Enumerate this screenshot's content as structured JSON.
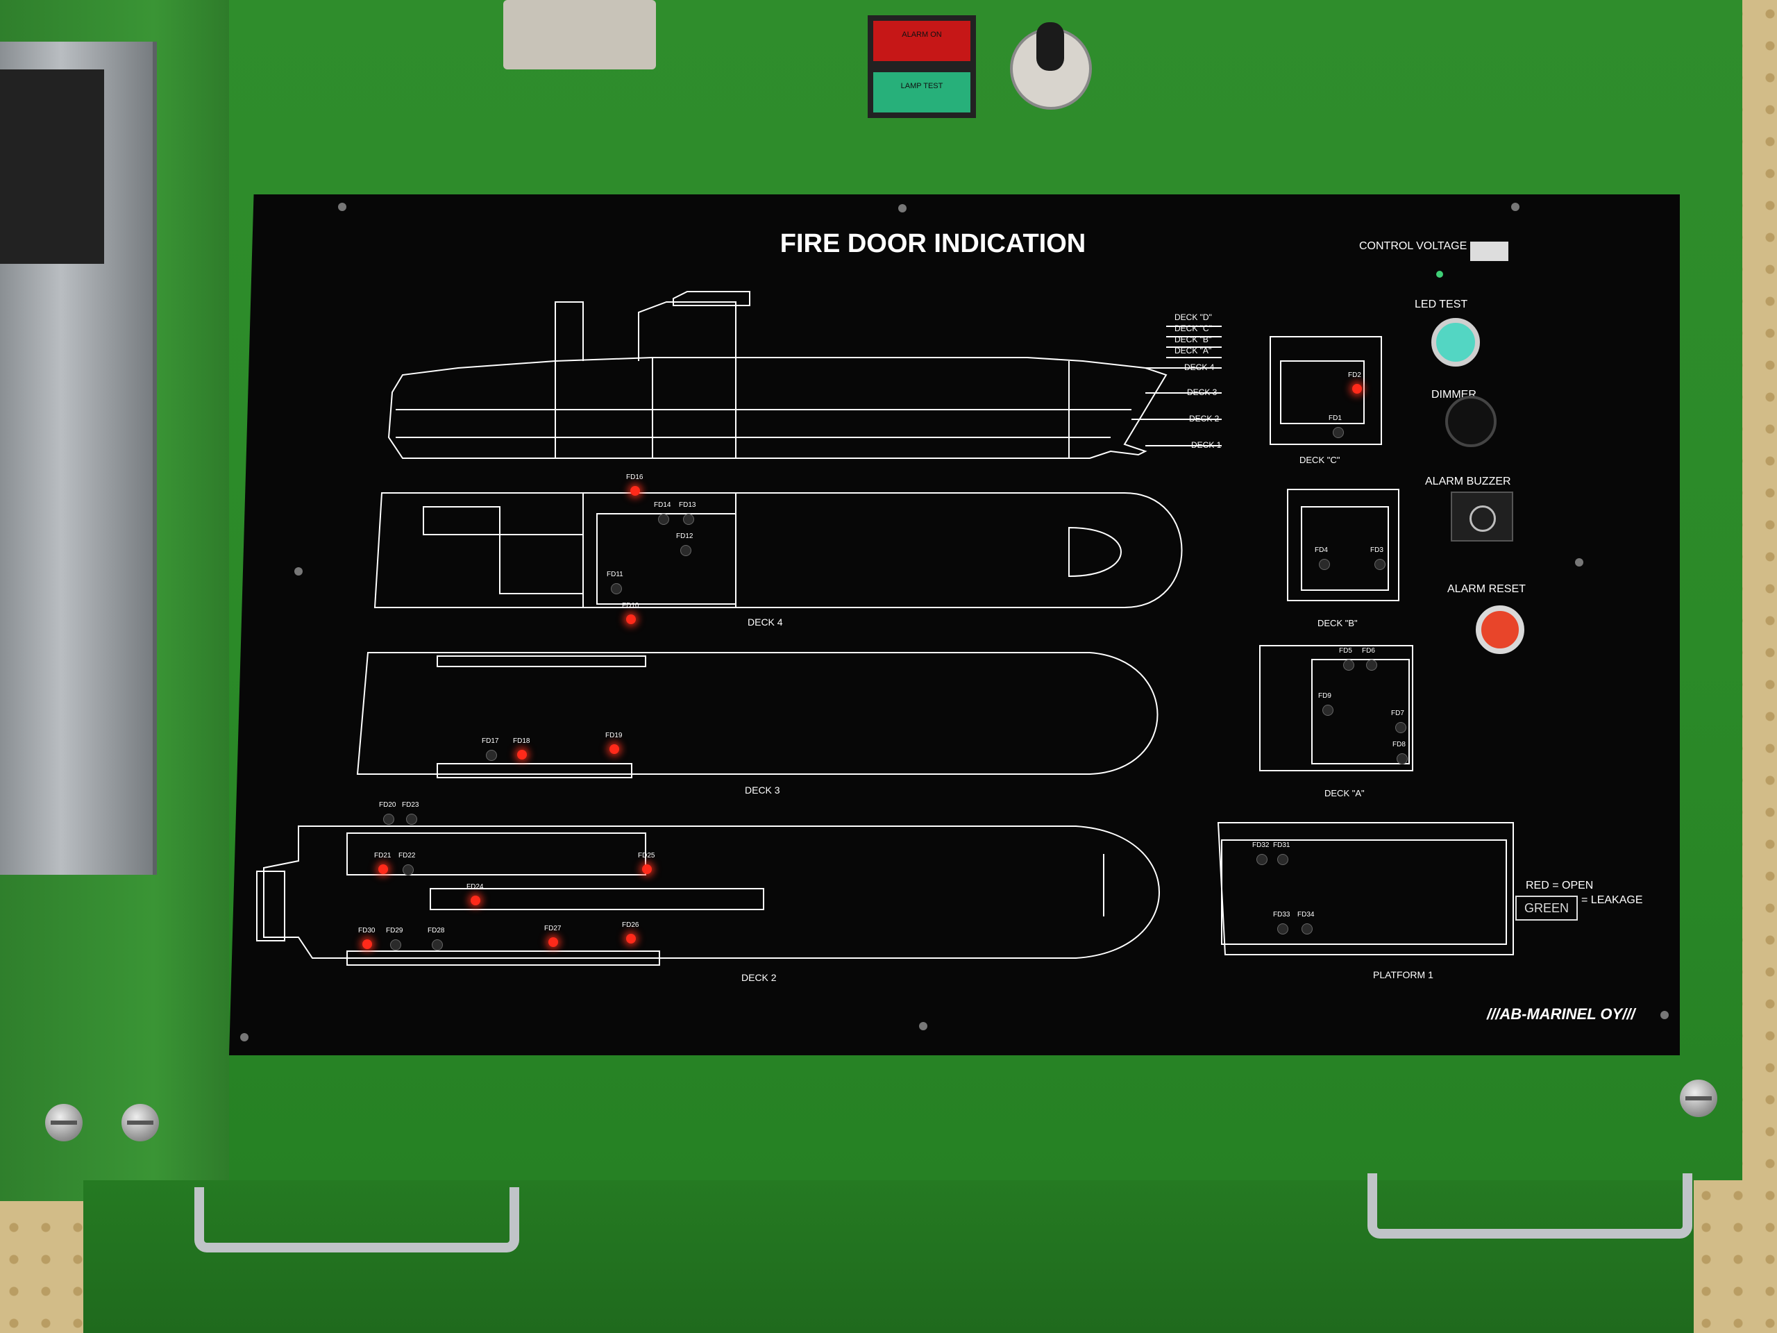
{
  "panel": {
    "title": "FIRE DOOR INDICATION",
    "brand": "///AB-MARINEL OY///",
    "legend_red": "RED = OPEN",
    "legend_green_box": "GREEN",
    "legend_green_text": "= LEAKAGE"
  },
  "controls": {
    "control_voltage": "CONTROL VOLTAGE",
    "led_test": "LED TEST",
    "dimmer": "DIMMER",
    "alarm_buzzer": "ALARM BUZZER",
    "alarm_reset": "ALARM RESET"
  },
  "side_levels": [
    "DECK \"D\"",
    "DECK \"C\"",
    "DECK \"B\"",
    "DECK \"A\"",
    "DECK 4",
    "DECK 3",
    "DECK 2",
    "DECK 1"
  ],
  "deck_labels": {
    "deck4": "DECK 4",
    "deck3": "DECK 3",
    "deck2": "DECK 2",
    "deck_c": "DECK \"C\"",
    "deck_b": "DECK \"B\"",
    "deck_a": "DECK \"A\"",
    "platform1": "PLATFORM 1"
  },
  "doors": [
    {
      "id": "FD16",
      "state": "open"
    },
    {
      "id": "FD14",
      "state": "off"
    },
    {
      "id": "FD13",
      "state": "off"
    },
    {
      "id": "FD12",
      "state": "off"
    },
    {
      "id": "FD11",
      "state": "off"
    },
    {
      "id": "FD10",
      "state": "open"
    },
    {
      "id": "FD17",
      "state": "off"
    },
    {
      "id": "FD18",
      "state": "open"
    },
    {
      "id": "FD19",
      "state": "open"
    },
    {
      "id": "FD20",
      "state": "off"
    },
    {
      "id": "FD23",
      "state": "off"
    },
    {
      "id": "FD21",
      "state": "open"
    },
    {
      "id": "FD22",
      "state": "off"
    },
    {
      "id": "FD24",
      "state": "open"
    },
    {
      "id": "FD25",
      "state": "open"
    },
    {
      "id": "FD30",
      "state": "open"
    },
    {
      "id": "FD29",
      "state": "off"
    },
    {
      "id": "FD28",
      "state": "off"
    },
    {
      "id": "FD27",
      "state": "open"
    },
    {
      "id": "FD26",
      "state": "open"
    },
    {
      "id": "FD2",
      "state": "open"
    },
    {
      "id": "FD1",
      "state": "off"
    },
    {
      "id": "FD4",
      "state": "off"
    },
    {
      "id": "FD3",
      "state": "off"
    },
    {
      "id": "FD5",
      "state": "off"
    },
    {
      "id": "FD6",
      "state": "off"
    },
    {
      "id": "FD9",
      "state": "off"
    },
    {
      "id": "FD7",
      "state": "off"
    },
    {
      "id": "FD8",
      "state": "off"
    },
    {
      "id": "FD32",
      "state": "off"
    },
    {
      "id": "FD31",
      "state": "off"
    },
    {
      "id": "FD33",
      "state": "off"
    },
    {
      "id": "FD34",
      "state": "off"
    }
  ],
  "top_buttons": {
    "red_label": "ALARM ON",
    "green_label": "LAMP TEST"
  },
  "colors": {
    "cabinet": "#2b8a28",
    "panel": "#070707",
    "led_open": "#ff2a1a",
    "led_test": "#53d6c3",
    "alarm_reset": "#e8452a"
  }
}
